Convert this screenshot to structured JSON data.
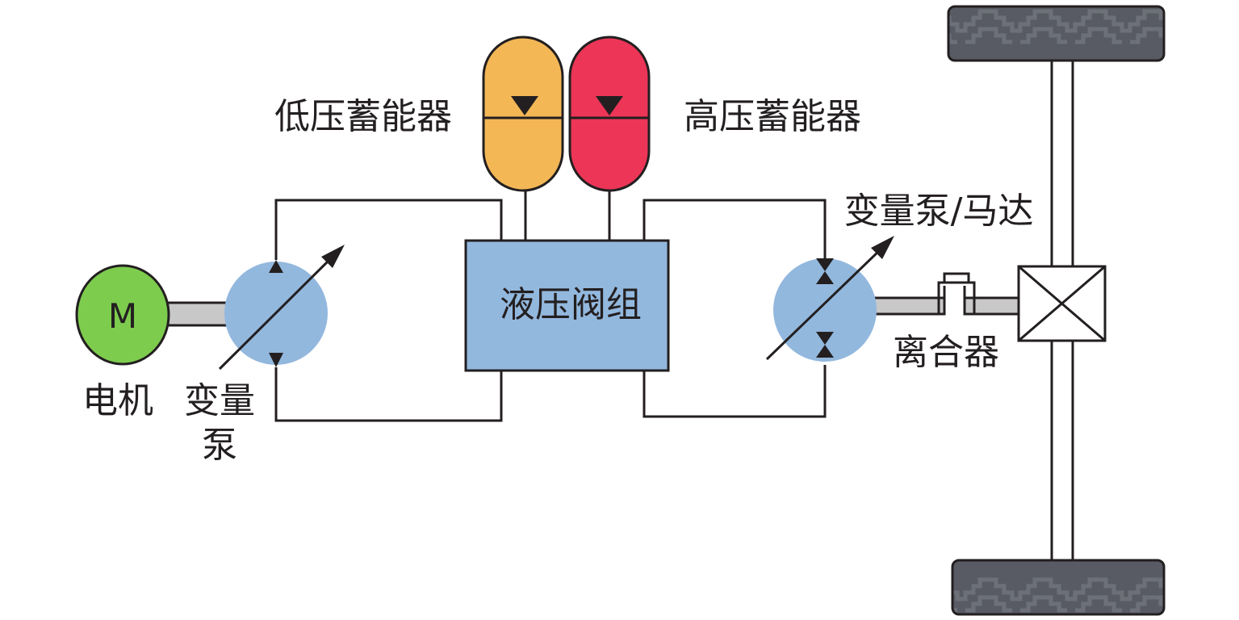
{
  "diagram": {
    "title": "Hydraulic hybrid drivetrain schematic",
    "labels": {
      "motor_symbol": "M",
      "motor": "电机",
      "pump_line1": "变量",
      "pump_line2": "泵",
      "low_accumulator": "低压蓄能器",
      "high_accumulator": "高压蓄能器",
      "valve_block": "液压阀组",
      "pump_motor": "变量泵/马达",
      "clutch": "离合器"
    },
    "colors": {
      "motor_fill": "#7dcc4e",
      "pump_fill": "#93b8de",
      "valve_fill": "#93b8de",
      "low_accumulator_fill": "#f3b756",
      "high_accumulator_fill": "#ec3557",
      "shaft_fill": "#c8c8c8",
      "wheel_fill": "#585b63",
      "line": "#231f20"
    }
  }
}
